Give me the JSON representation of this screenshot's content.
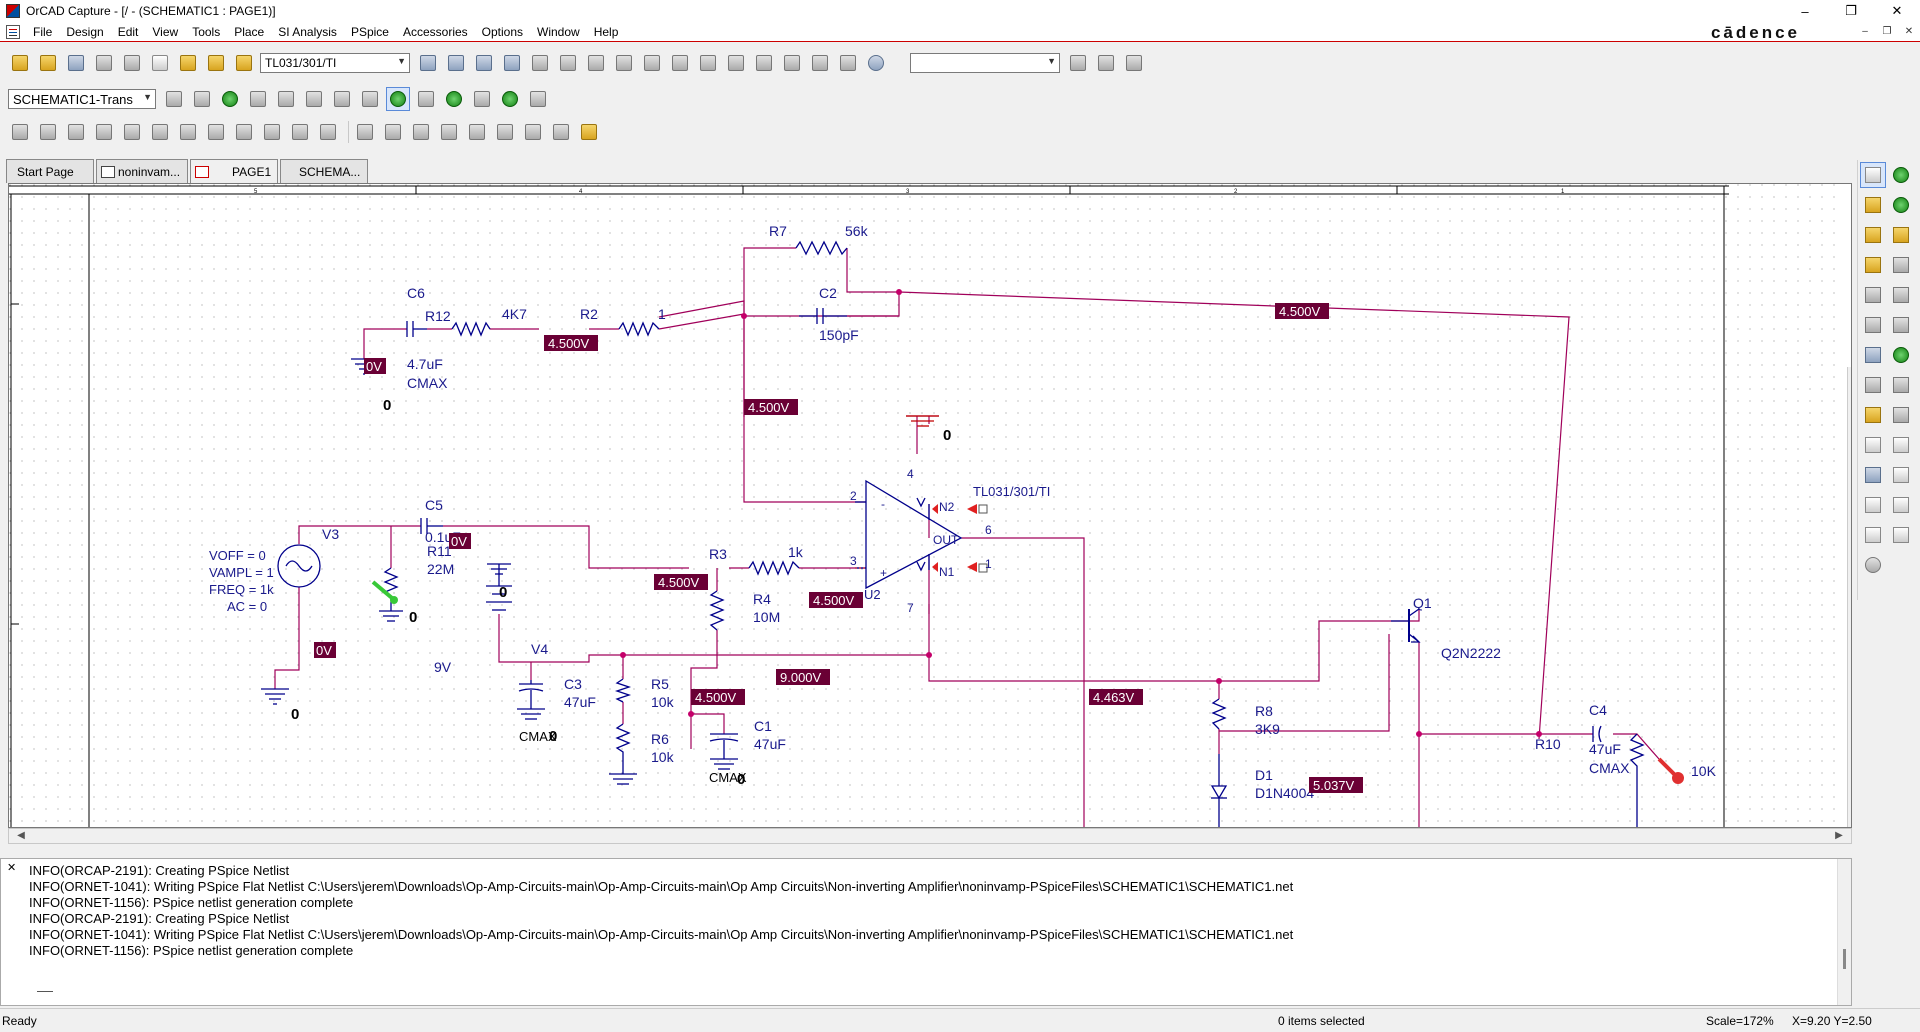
{
  "window": {
    "title": "OrCAD Capture - [/ - (SCHEMATIC1 : PAGE1)]",
    "brand": "cādence",
    "controls": [
      "–",
      "❐",
      "✕"
    ]
  },
  "menu": [
    "File",
    "Design",
    "Edit",
    "View",
    "Tools",
    "Place",
    "SI Analysis",
    "PSpice",
    "Accessories",
    "Options",
    "Window",
    "Help"
  ],
  "toolbar": {
    "part_combo": "TL031/301/TI",
    "search_combo": "",
    "profile_combo": "SCHEMATIC1-Trans"
  },
  "tabs": [
    {
      "label": "Start Page"
    },
    {
      "label": "noninvam..."
    },
    {
      "label": "PAGE1"
    },
    {
      "label": "SCHEMA..."
    }
  ],
  "schematic": {
    "ruler_top": [
      "5",
      "4",
      "3",
      "2",
      "1"
    ],
    "labels": [
      {
        "t": "R7"
      },
      {
        "t": "56k"
      },
      {
        "t": "C2"
      },
      {
        "t": "150pF"
      },
      {
        "t": "C6"
      },
      {
        "t": "R12"
      },
      {
        "t": "4K7"
      },
      {
        "t": "R2"
      },
      {
        "t": "1"
      },
      {
        "t": "4.7uF"
      },
      {
        "t": "CMAX"
      },
      {
        "t": "0"
      },
      {
        "t": "0"
      },
      {
        "t": "4"
      },
      {
        "t": "TL031/301/TI"
      },
      {
        "t": "2"
      },
      {
        "t": "-"
      },
      {
        "t": "N2"
      },
      {
        "t": "OUT"
      },
      {
        "t": "6"
      },
      {
        "t": "3"
      },
      {
        "t": "+"
      },
      {
        "t": "N1"
      },
      {
        "t": "1"
      },
      {
        "t": "U2"
      },
      {
        "t": "7"
      },
      {
        "t": "C5"
      },
      {
        "t": "0.1uF"
      },
      {
        "t": "V3"
      },
      {
        "t": "R11"
      },
      {
        "t": "22M"
      },
      {
        "t": "0"
      },
      {
        "t": "VOFF = 0"
      },
      {
        "t": "VAMPL = 1"
      },
      {
        "t": "FREQ = 1k"
      },
      {
        "t": "AC = 0"
      },
      {
        "t": "0"
      },
      {
        "t": "0"
      },
      {
        "t": "V4"
      },
      {
        "t": "9V"
      },
      {
        "t": "R3"
      },
      {
        "t": "1k"
      },
      {
        "t": "R4"
      },
      {
        "t": "10M"
      },
      {
        "t": "C3"
      },
      {
        "t": "47uF"
      },
      {
        "t": "CMAX"
      },
      {
        "t": "0"
      },
      {
        "t": "R5"
      },
      {
        "t": "10k"
      },
      {
        "t": "R6"
      },
      {
        "t": "10k"
      },
      {
        "t": "C1"
      },
      {
        "t": "47uF"
      },
      {
        "t": "CMAX"
      },
      {
        "t": "0"
      },
      {
        "t": "Q1"
      },
      {
        "t": "Q2N2222"
      },
      {
        "t": "R8"
      },
      {
        "t": "3K9"
      },
      {
        "t": "D1"
      },
      {
        "t": "D1N4004"
      },
      {
        "t": "C4"
      },
      {
        "t": "47uF"
      },
      {
        "t": "CMAX"
      },
      {
        "t": "R10"
      },
      {
        "t": "10K"
      }
    ],
    "voltage_markers": [
      "4.500V",
      "4.500V",
      "0V",
      "4.500V",
      "0V",
      "4.500V",
      "4.500V",
      "0V",
      "4.500V",
      "9.000V",
      "4.463V",
      "5.037V"
    ]
  },
  "log": {
    "lines": [
      "INFO(ORCAP-2191): Creating PSpice Netlist",
      "INFO(ORNET-1041): Writing PSpice Flat Netlist C:\\Users\\jerem\\Downloads\\Op-Amp-Circuits-main\\Op-Amp-Circuits-main\\Op Amp Circuits\\Non-inverting Amplifier\\noninvamp-PSpiceFiles\\SCHEMATIC1\\SCHEMATIC1.net",
      "INFO(ORNET-1156): PSpice netlist generation complete",
      "INFO(ORCAP-2191): Creating PSpice Netlist",
      "INFO(ORNET-1041): Writing PSpice Flat Netlist C:\\Users\\jerem\\Downloads\\Op-Amp-Circuits-main\\Op-Amp-Circuits-main\\Op Amp Circuits\\Non-inverting Amplifier\\noninvamp-PSpiceFiles\\SCHEMATIC1\\SCHEMATIC1.net",
      "INFO(ORNET-1156): PSpice netlist generation complete"
    ]
  },
  "status": {
    "left": "Ready",
    "selection": "0 items selected",
    "scale": "Scale=172%",
    "coords": "X=9.20  Y=2.50"
  },
  "colors": {
    "wire": "#a0005a",
    "part": "#00008b",
    "label": "#1a1a8c",
    "marker_bg": "#6a0035",
    "marker_fg": "#ffffff",
    "ground": "#c00000"
  }
}
